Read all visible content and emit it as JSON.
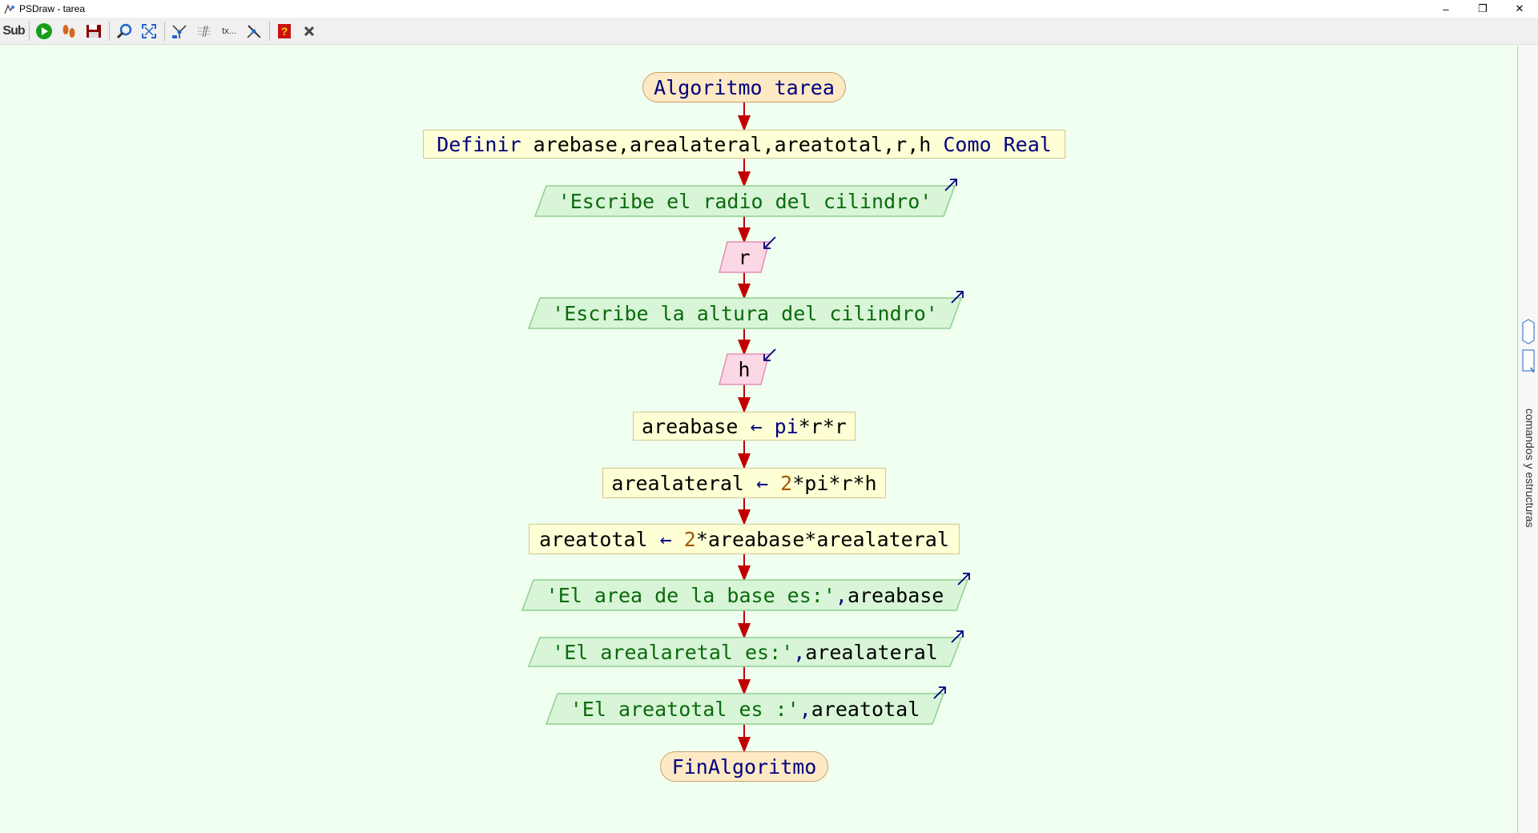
{
  "window": {
    "title": "PSDraw - tarea",
    "minimize": "–",
    "restore": "❐",
    "close": "✕"
  },
  "toolbar": {
    "sub_label": "Sub",
    "zoom_label": "tx..."
  },
  "right_panel": {
    "label": "comandos y estructuras"
  },
  "colors": {
    "canvas_bg": "#f0fff0",
    "terminal_fill": "#fde9c4",
    "process_fill": "#ffffd5",
    "output_fill": "#d8f5d8",
    "input_fill": "#fcd7e6",
    "connector": "#c00000",
    "keyword": "#000080",
    "string": "#0b6a0b",
    "number": "#a05a00"
  },
  "flowchart": {
    "start": "Algoritmo tarea",
    "define": {
      "kw1": "Definir",
      "vars": " arebase,arealateral,areatotal,r,h ",
      "kw2": "Como Real"
    },
    "write1": "'Escribe el radio del cilindro'",
    "read1": "r",
    "write2": "'Escribe la altura del cilindro'",
    "read2": "h",
    "assign1": {
      "var": "areabase",
      "arrow": "←",
      "expr_a": "pi",
      "expr_b": "*r*r"
    },
    "assign2": {
      "var": "arealateral",
      "arrow": "←",
      "num": "2",
      "expr": "*pi*r*h"
    },
    "assign3": {
      "var": "areatotal",
      "arrow": "←",
      "num": "2",
      "expr": "*areabase*arealateral"
    },
    "write3": {
      "str": "'El area de la base es:'",
      "comma": ",",
      "var": "areabase"
    },
    "write4": {
      "str": "'El arealaretal es:'",
      "comma": ",",
      "var": "arealateral"
    },
    "write5": {
      "str": "'El areatotal es :'",
      "comma": ",",
      "var": "areatotal"
    },
    "end": "FinAlgoritmo"
  }
}
